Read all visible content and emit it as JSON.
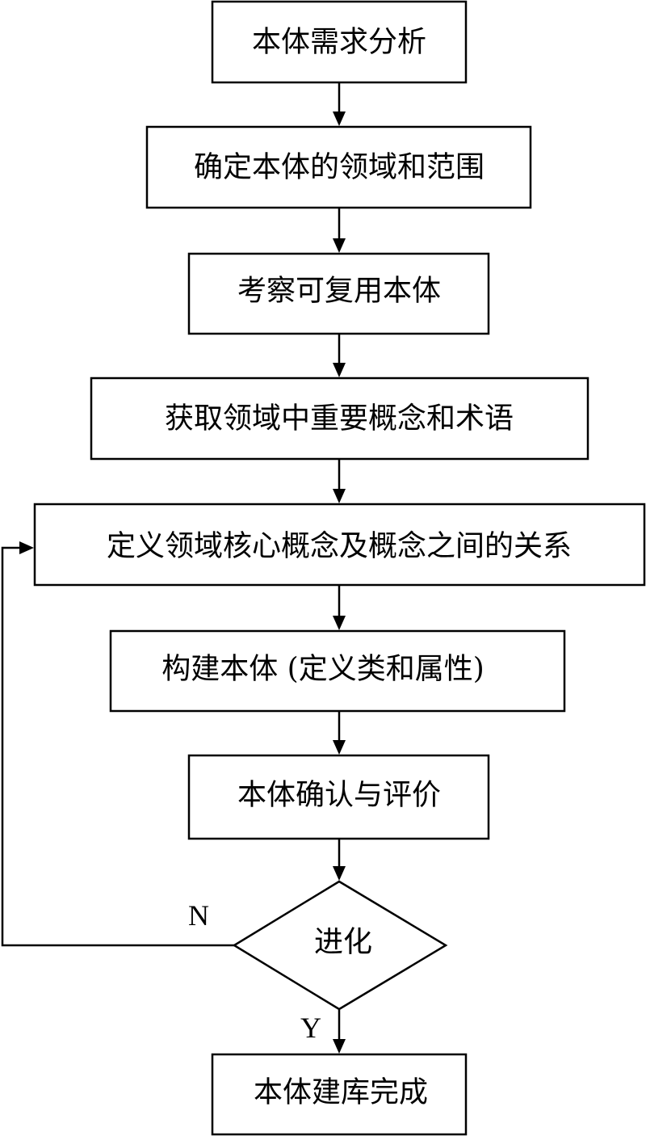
{
  "flowchart": {
    "steps": [
      {
        "id": "requirements",
        "label": "本体需求分析"
      },
      {
        "id": "domain-scope",
        "label": "确定本体的领域和范围"
      },
      {
        "id": "reuse",
        "label": "考察可复用本体"
      },
      {
        "id": "concepts-terms",
        "label": "获取领域中重要概念和术语"
      },
      {
        "id": "core-relations",
        "label": "定义领域核心概念及概念之间的关系"
      },
      {
        "id": "build",
        "label": "构建本体 (定义类和属性)"
      },
      {
        "id": "evaluate",
        "label": "本体确认与评价"
      }
    ],
    "decision": {
      "id": "evolve",
      "label": "进化"
    },
    "final": {
      "id": "done",
      "label": "本体建库完成"
    },
    "edge_labels": {
      "no": "N",
      "yes": "Y"
    }
  }
}
